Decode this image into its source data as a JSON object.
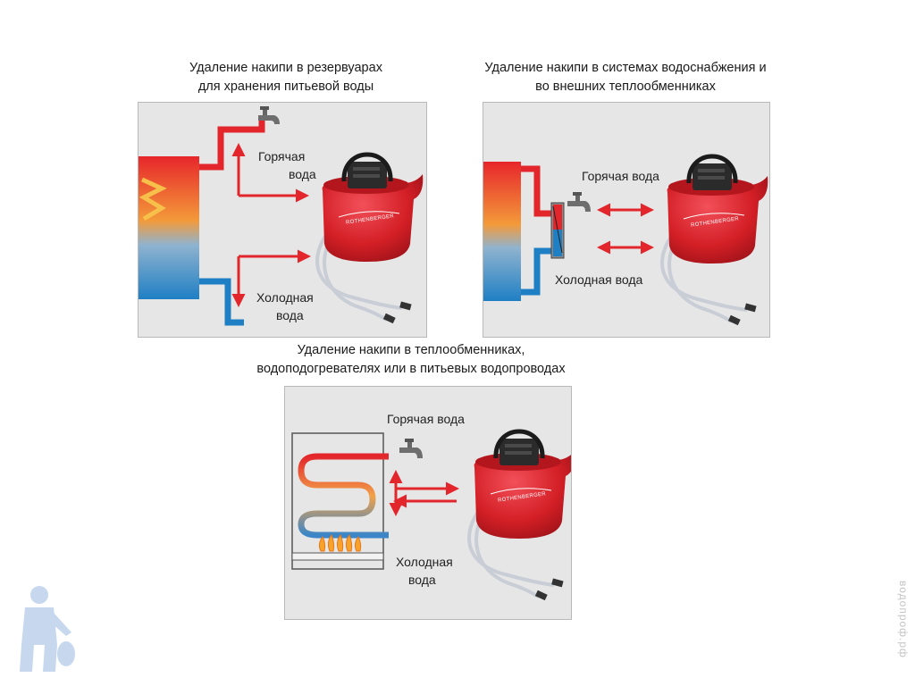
{
  "captions": {
    "tank": [
      "Удаление накипи в резервуарах",
      "для хранения питьевой воды"
    ],
    "supply": [
      "Удаление накипи в системах водоснабжения и",
      "во внешних теплообменниках"
    ],
    "exchanger": [
      "Удаление накипи в теплообменниках,",
      "водоподогревателях или в питьевых водопроводах"
    ]
  },
  "labels": {
    "hot_two_line": [
      "Горячая",
      "вода"
    ],
    "cold_two_line": [
      "Холодная",
      "вода"
    ],
    "hot_one_line": "Горячая вода",
    "cold_one_line": "Холодная вода"
  },
  "pump_brand": "ROTHENBERGER",
  "watermark": "водопроф.рф",
  "colors": {
    "hot": "#e3262b",
    "cold": "#1f7fc4",
    "pump": "#d41f26",
    "panel": "#e6e6e6"
  }
}
